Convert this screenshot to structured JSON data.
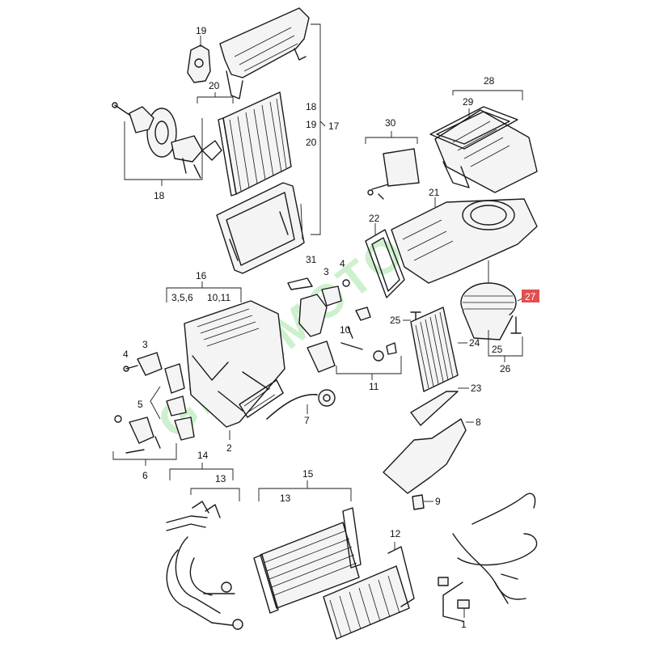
{
  "watermark": "GEEKMOTO",
  "colors": {
    "highlight": "#e05050",
    "watermark": "#3cc43c",
    "line": "#1a1a1a"
  },
  "callouts": {
    "c1": "1",
    "c2": "2",
    "c3a": "3",
    "c3b": "3",
    "c4a": "4",
    "c4b": "4",
    "c5": "5",
    "c356": "3,5,6",
    "c6": "6",
    "c7": "7",
    "c8": "8",
    "c9": "9",
    "c10": "10",
    "c1011": "10,11",
    "c11": "11",
    "c12": "12",
    "c13a": "13",
    "c13b": "13",
    "c14": "14",
    "c15": "15",
    "c16": "16",
    "c17": "17",
    "c18a": "18",
    "c18b": "18",
    "c19a": "19",
    "c19b": "19",
    "c20a": "20",
    "c20b": "20",
    "c21": "21",
    "c22": "22",
    "c23": "23",
    "c24": "24",
    "c25a": "25",
    "c25b": "25",
    "c26": "26",
    "c27": "27",
    "c28": "28",
    "c29": "29",
    "c30": "30",
    "c31": "31"
  }
}
